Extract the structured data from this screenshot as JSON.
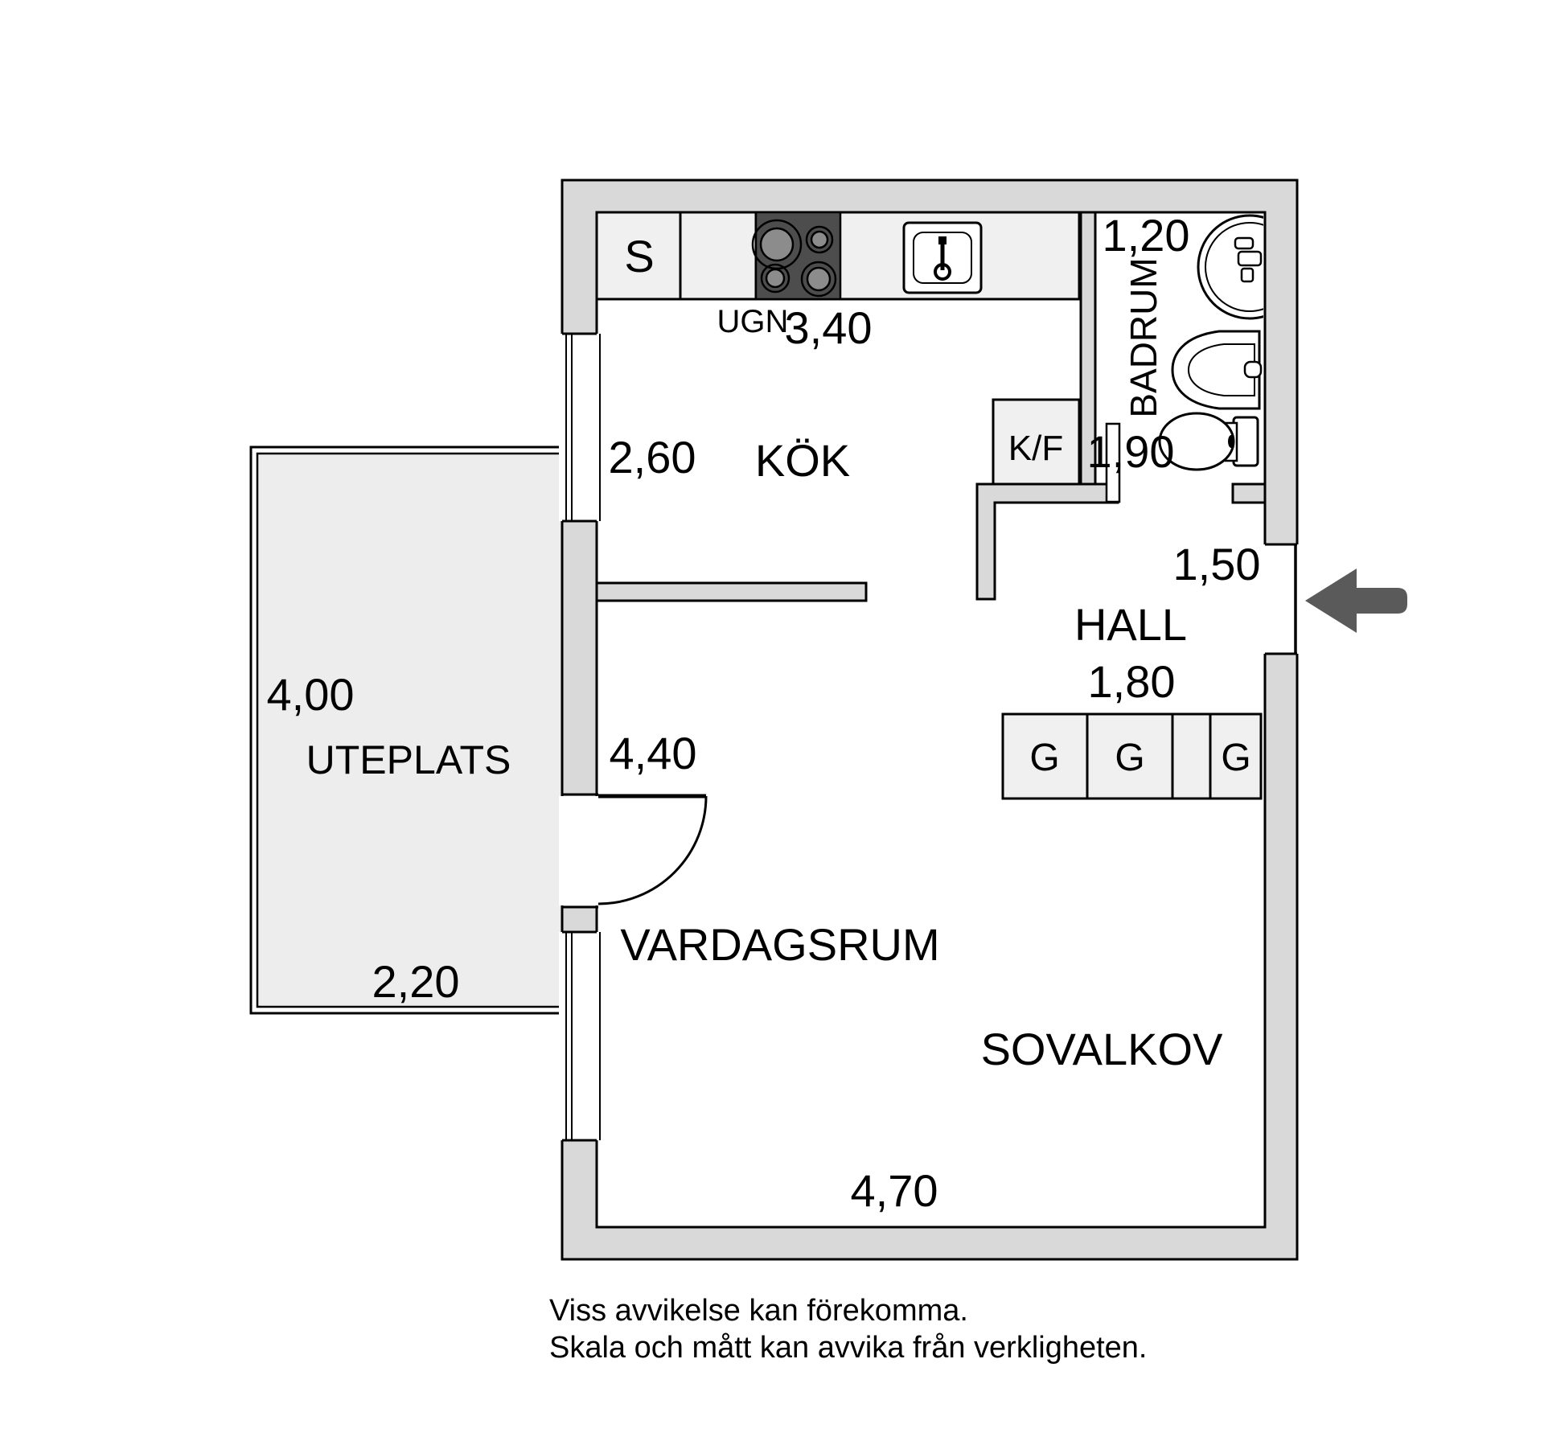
{
  "colors": {
    "background": "#ffffff",
    "wall_fill": "#d9d9d9",
    "patio_fill": "#ededed",
    "cabinet_fill": "#f0f0f0",
    "stove_fill": "#4d4d4d",
    "burner_fill": "#8c8c8c",
    "arrow_fill": "#5a5a5a",
    "line": "#000000"
  },
  "rooms": {
    "kitchen": "KÖK",
    "bathroom": "BADRUM",
    "hall": "HALL",
    "living_room": "VARDAGSRUM",
    "sleeping_alcove": "SOVALKOV",
    "patio": "UTEPLATS"
  },
  "dimensions": {
    "kitchen_width": "3,40",
    "kitchen_depth": "2,60",
    "bathroom_width": "1,20",
    "bathroom_depth": "1,90",
    "hall_entrance": "1,50",
    "hall_width": "1,80",
    "living_width": "4,40",
    "living_length": "4,70",
    "patio_depth": "4,00",
    "patio_width": "2,20"
  },
  "fixtures": {
    "cabinet_s": "S",
    "oven": "UGN",
    "fridge_freezer": "K/F"
  },
  "wardrobes": [
    "G",
    "G",
    "G"
  ],
  "disclaimer": {
    "line1": "Viss avvikelse kan förekomma.",
    "line2": "Skala och mått kan avvika från verkligheten."
  }
}
